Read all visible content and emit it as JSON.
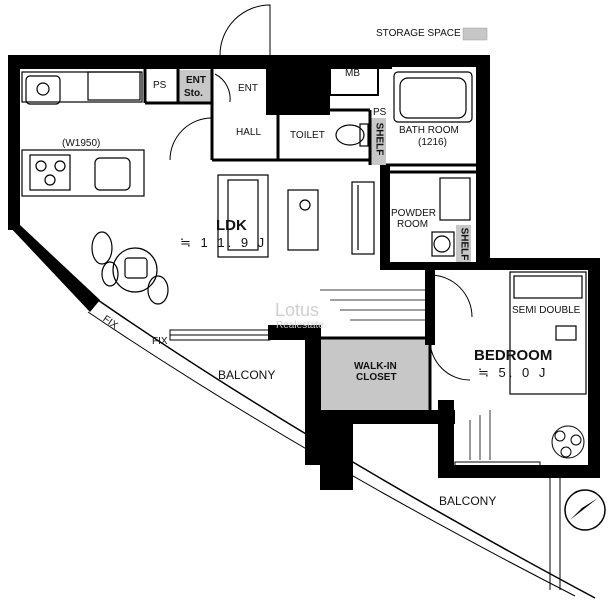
{
  "legend": {
    "storage_label": "STORAGE SPACE",
    "storage_color": "#c7c7c7"
  },
  "rooms": {
    "ldk": {
      "name": "LDK",
      "area": "≒ 1 1. 9 J"
    },
    "bedroom": {
      "name": "BEDROOM",
      "area": "≒ 5. 0 J"
    },
    "bath": {
      "name": "BATH ROOM",
      "size": "(1216)"
    },
    "powder": {
      "name_line1": "POWDER",
      "name_line2": "ROOM"
    },
    "toilet": "TOILET",
    "hall": "HALL",
    "ent": "ENT",
    "ent_storage_line1": "ENT",
    "ent_storage_line2": "Sto.",
    "walkin_line1": "WALK-IN",
    "walkin_line2": "CLOSET",
    "mb": "MB",
    "ps_left": "PS",
    "ps_bath": "PS",
    "shelf_toilet": "SHELF",
    "shelf_powder": "SHELF"
  },
  "kitchen_width": "(W1950)",
  "bed_label": "SEMI DOUBLE",
  "balcony_left": "BALCONY",
  "balcony_bottom": "BALCONY",
  "fix_1": "FIX",
  "fix_2": "FIX",
  "watermark": {
    "line1": "Lotus",
    "line2": "Realestate"
  },
  "colors": {
    "wall": "#000000",
    "storage": "#c7c7c7",
    "floor": "#ffffff"
  }
}
